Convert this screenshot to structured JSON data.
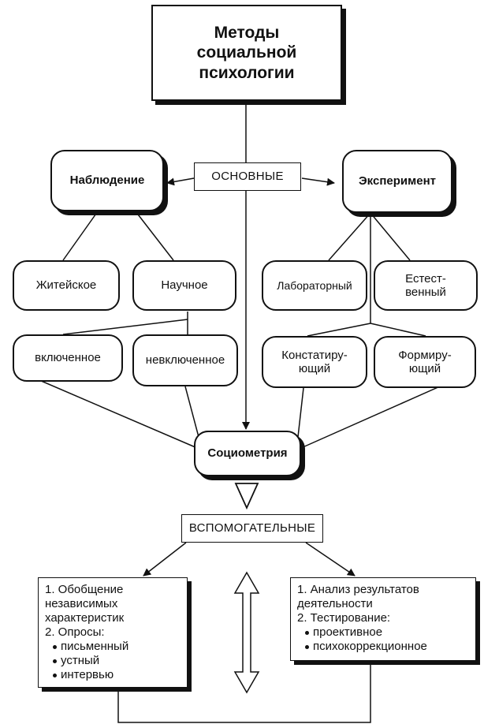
{
  "title": "Методы социальной психологии",
  "title_lines": [
    "Методы",
    "социальной",
    "психологии"
  ],
  "labels": {
    "main": "ОСНОВНЫЕ",
    "auxiliary": "ВСПОМОГАТЕЛЬНЫЕ"
  },
  "nodes": {
    "observation": "Наблюдение",
    "experiment": "Эксперимент",
    "everyday": "Житейское",
    "scientific": "Научное",
    "laboratory": "Лабораторный",
    "natural_lines": [
      "Естест-",
      "венный"
    ],
    "included": "включенное",
    "not_included": "невключенное",
    "ascertaining_lines": [
      "Констатиру-",
      "ющий"
    ],
    "forming_lines": [
      "Формиру-",
      "ющий"
    ],
    "sociometry": "Социометрия"
  },
  "left_list": {
    "items": [
      "1. Обобщение",
      "независимых",
      "характеристик",
      "2. Опросы:"
    ],
    "bullets": [
      "письменный",
      "устный",
      "интервью"
    ]
  },
  "right_list": {
    "items": [
      "1. Анализ результатов",
      "деятельности",
      "2. Тестирование:"
    ],
    "bullets": [
      "проективное",
      "психокоррекционное"
    ]
  }
}
